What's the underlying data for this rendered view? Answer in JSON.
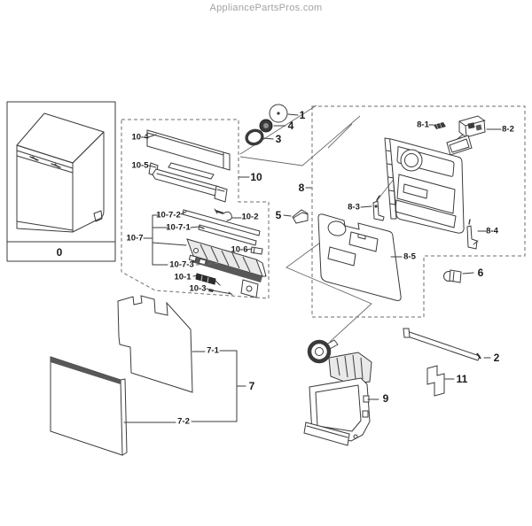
{
  "header": {
    "watermark": "AppliancePartsPros.com"
  },
  "diagram": {
    "description_labels": "exploded parts diagram callout numbers",
    "labels": {
      "p0": "0",
      "p1": "1",
      "p2": "2",
      "p3": "3",
      "p4": "4",
      "p5": "5",
      "p6": "6",
      "p7": "7",
      "p8": "8",
      "p9": "9",
      "p10": "10",
      "p11": "11",
      "p7_1": "7-1",
      "p7_2": "7-2",
      "p8_1": "8-1",
      "p8_2": "8-2",
      "p8_3": "8-3",
      "p8_4": "8-4",
      "p8_5": "8-5",
      "p10_1": "10-1",
      "p10_2": "10-2",
      "p10_3": "10-3",
      "p10_4": "10-4",
      "p10_5": "10-5",
      "p10_6": "10-6",
      "p10_7": "10-7",
      "p10_7_1": "10-7-1",
      "p10_7_2": "10-7-2",
      "p10_7_3": "10-7-3"
    }
  }
}
